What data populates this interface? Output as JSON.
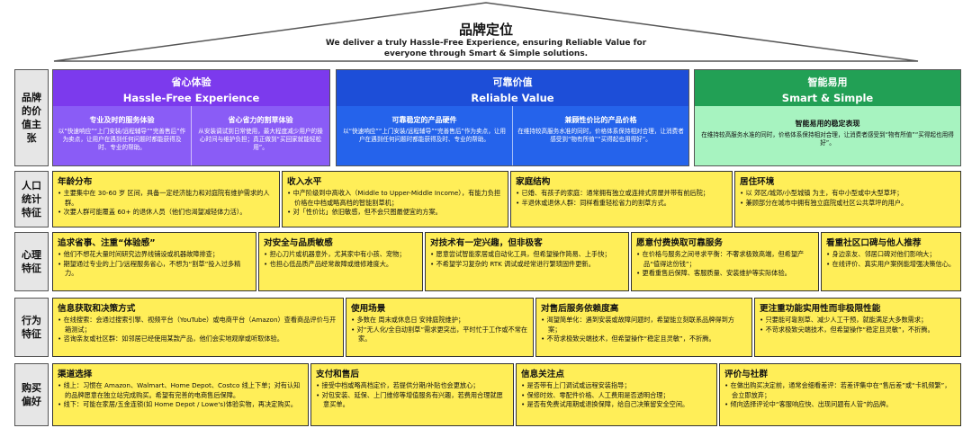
{
  "roof": {
    "title": "品牌定位",
    "subtitle_line1": "We deliver a truly Hassle-Free Experience, ensuring Reliable Value for",
    "subtitle_line2": "everyone through Smart & Simple solutions."
  },
  "row_labels": {
    "value": "品牌的价值主张",
    "demographic": "人口统计特征",
    "psychological": "心理特征",
    "behavioral": "行为特征",
    "purchase": "购买偏好"
  },
  "pillars": [
    {
      "title_zh": "省心体验",
      "title_en": "Hassle-Free Experience",
      "subs": [
        {
          "title": "专业及时的服务体验",
          "desc": "以“快速响应”“上门安装/远程辅导”“完善售后”作为卖点，让用户在遇到任何问题时都能获得及时、专业的帮助。"
        },
        {
          "title": "省心省力的割草体验",
          "desc": "从安装调试到日常使用，最大程度减少用户的操心时间与维护负担；真正做到“买回家就能轻松用”。"
        }
      ]
    },
    {
      "title_zh": "可靠价值",
      "title_en": "Reliable Value",
      "subs": [
        {
          "title": "可靠稳定的产品硬件",
          "desc": "以“快速响应”“上门安装/远程辅导”“完善售后”作为卖点，让用户在遇到任何问题时都能获得及时、专业的帮助。"
        },
        {
          "title": "兼顾性价比的产品价格",
          "desc": "在维持较高服务水准的同时，价格体系保持相对合理，让消费者感受到“物有所值”“买得起也用得好”。"
        }
      ]
    },
    {
      "title_zh": "智能易用",
      "title_en": "Smart & Simple",
      "subs": [
        {
          "title": "智能易用的稳定表现",
          "desc": "在维持较高服务水准的同时，价格体系保持相对合理，让消费者感受到“物有所值”“买得起也用得好”。"
        }
      ]
    }
  ],
  "demographic": [
    {
      "title": "年龄分布",
      "items": [
        "主要集中在 30-60 岁 区间，具备一定经济能力和对庭院有维护需求的人群。",
        "次要人群可能覆盖 60+ 的退休人员（他们也渴望减轻体力活）。"
      ]
    },
    {
      "title": "收入水平",
      "items": [
        "中产阶级到中高收入（Middle to Upper-Middle Income），有能力负担价格在中档或略高档的智能割草机；",
        "对「性价比」依旧敏感，但不会只图最便宜的方案。"
      ]
    },
    {
      "title": "家庭结构",
      "items": [
        "已婚、有孩子的家庭：通常拥有独立或连排式房屋并带有前后院；",
        "半退休或退休人群：同样看重轻松省力的割草方式。"
      ]
    },
    {
      "title": "居住环境",
      "items": [
        "以 郊区/城郊/小型城镇 为主，有中小型或中大型草坪；",
        "兼顾部分在城市中拥有独立庭院或社区公共草坪的用户。"
      ]
    }
  ],
  "psychological": [
    {
      "title": "追求省事、注重“体验感”",
      "items": [
        "他们不想花大量时间研究边界线铺设或机器故障排查；",
        "期望通过专业的上门/远程服务省心，不想为“割草”投入过多精力。"
      ]
    },
    {
      "title": "对安全与品质敏感",
      "items": [
        "担心刀片或机器意外，尤其家中有小孩、宠物；",
        "也担心低品质产品经常故障或维修难度大。"
      ]
    },
    {
      "title": "对技术有一定兴趣，但非极客",
      "items": [
        "愿意尝试智能家居或自动化工具，但希望操作简易、上手快；",
        "不希望学习复杂的 RTK 调试或经常进行繁琐固件更新。"
      ]
    },
    {
      "title": "愿意付费换取可靠服务",
      "items": [
        "在价格与服务之间寻求平衡：不奢求极致高端，但希望产品“值得这份钱”；",
        "更看重售后保障、客服质量、安装维护等实际体验。"
      ]
    },
    {
      "title": "看重社区口碑与他人推荐",
      "items": [
        "身边亲友、邻居口碑对他们影响大；",
        "在线评价、真实用户案例能增强决策信心。"
      ]
    }
  ],
  "behavioral": [
    {
      "title": "信息获取和决策方式",
      "items": [
        "在线搜索：会通过搜索引擎、视频平台（YouTube）或电商平台（Amazon）查看商品评价与开箱测试；",
        "咨询亲友或社区群：如邻居已经使用某款产品，他们会实地观摩或听取体验。"
      ]
    },
    {
      "title": "使用场景",
      "items": [
        "多数在 周末或休息日 安排庭院维护；",
        "对“无人化/全自动割草”需求更突出，平时忙于工作或不常在家。"
      ]
    },
    {
      "title": "对售后服务依赖度高",
      "items": [
        "渴望简单化：遇到安装或故障问题时，希望能立刻联系品牌得到方案；",
        "不苛求极致尖端技术，但希望操作“稳定且灵敏”，不折腾。"
      ]
    },
    {
      "title": "更注重功能实用性而非极限性能",
      "items": [
        "只要能可靠割草、减少人工干预，就能满足大多数需求；",
        "不苛求极致尖端技术，但希望操作“稳定且灵敏”，不折腾。"
      ]
    }
  ],
  "purchase": [
    {
      "title": "渠道选择",
      "items": [
        "线上：习惯在 Amazon、Walmart、Home Depot、Costco 线上下单；对有认知的品牌愿意在独立站完成购买。希望有完善的电商售后保障。",
        "线下：可能在家居/五金连锁(如 Home Depot / Lowe's)体验实物，再决定购买。"
      ]
    },
    {
      "title": "支付和售后",
      "items": [
        "接受中档或略高档定价，若提供分期/补贴也会更放心；",
        "对包安装、延保、上门维修等增值服务有兴趣，若费用合理就愿意买单。"
      ]
    },
    {
      "title": "信息关注点",
      "items": [
        "是否带有上门调试或远程安装指导；",
        "保修时效、零配件价格、人工费用是否透明合理；",
        "是否有免费试用期或退换保障，给自己决策留安全空间。"
      ]
    },
    {
      "title": "评价与社群",
      "items": [
        "在做出购买决定前，通常会细看差评：若差评集中在“售后差”或“卡机频繁”，会立即放弃；",
        "倾向选择评论中“客服响应快、出现问题有人管”的品牌。"
      ]
    }
  ]
}
